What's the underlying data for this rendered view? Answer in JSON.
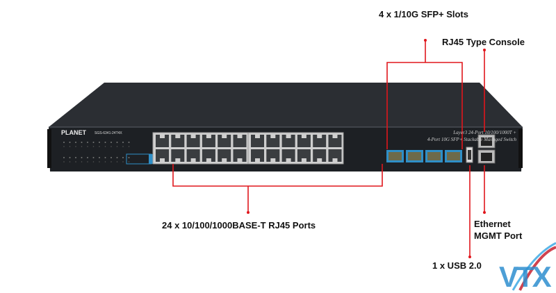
{
  "annotations": {
    "sfp": "4 x 1/10G SFP+ Slots",
    "console": "RJ45 Type Console",
    "rj45_ports": "24 x 10/100/1000BASE-T RJ45 Ports",
    "ethernet_mgmt_line1": "Ethernet",
    "ethernet_mgmt_line2": "MGMT Port",
    "usb": "1 x USB 2.0"
  },
  "device": {
    "brand": "PLANET",
    "model": "SGS-6341-24T4X",
    "description_line1": "Layer3 24-Port 10/100/1000T +",
    "description_line2": "4-Port 10G SFP+ Stackable Managed Switch"
  },
  "watermark": "VTX",
  "colors": {
    "annotation_line": "#e0161c",
    "chassis": "#24272b",
    "logo_blue": "#2e8fd0",
    "logo_red": "#d0434f"
  }
}
